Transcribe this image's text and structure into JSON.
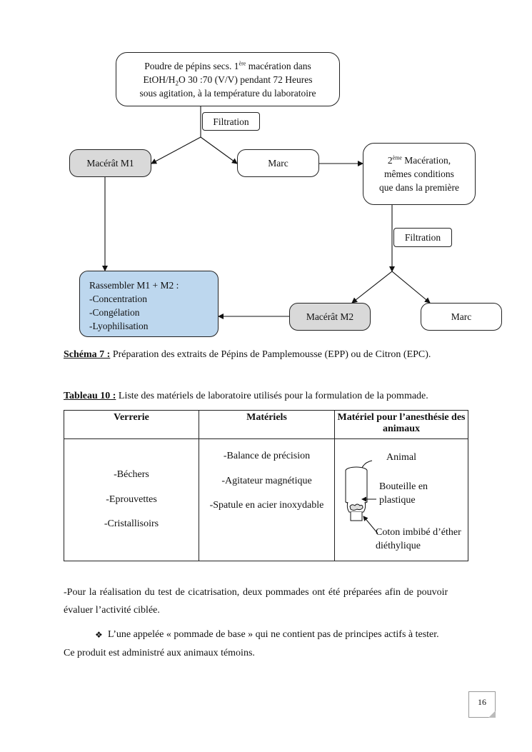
{
  "schema": {
    "step1": {
      "line1_a": "Poudre de pépins secs. 1",
      "line1_sup": "ère",
      "line1_b": " macération dans",
      "line2_a": "EtOH/H",
      "line2_sub": "2",
      "line2_b": "O 30 :70 (V/V) pendant 72 Heures",
      "line3": "sous agitation, à la température du laboratoire"
    },
    "filtration1": "Filtration",
    "macerat_m1": "Macérât M1",
    "marc1": "Marc",
    "step2": {
      "line1_a": "2",
      "line1_sup": "ème",
      "line1_b": " Macération,",
      "line2": "mêmes conditions",
      "line3": "que dans la première"
    },
    "filtration2": "Filtration",
    "macerat_m2": "Macérât M2",
    "marc2": "Marc",
    "rassembler": {
      "title": "Rassembler M1 + M2 :",
      "items": [
        "-Concentration",
        "-Congélation",
        "-Lyophilisation"
      ]
    }
  },
  "caption_schema": {
    "label": "Schéma 7 :",
    "text": " Préparation des extraits de Pépins de Pamplemousse (EPP) ou de Citron (EPC)."
  },
  "caption_table": {
    "label": "Tableau 10 :",
    "text": " Liste des matériels de laboratoire utilisés pour la formulation de la pommade."
  },
  "table": {
    "headers": [
      "Verrerie",
      "Matériels",
      "Matériel pour l’anesthésie des animaux"
    ],
    "verrerie": [
      "-Béchers",
      "-Eprouvettes",
      "-Cristallisoirs"
    ],
    "materiels": [
      "-Balance de précision",
      "-Agitateur magnétique",
      "-Spatule en acier inoxydable"
    ],
    "anesthesie": {
      "animal": "Animal",
      "bouteille_1": "Bouteille en",
      "bouteille_2": "plastique",
      "coton_1": "Coton imbibé d’éther",
      "coton_2": "diéthylique"
    }
  },
  "body": {
    "p1_line1": "-Pour la réalisation du test de cicatrisation, deux pommades ont été préparées afin de pouvoir",
    "p1_line2": "évaluer l’activité ciblée.",
    "bullet": "❖",
    "p2_line1": "L’une appelée « pommade de base » qui ne contient pas de principes actifs à tester.",
    "p2_line2": "Ce produit est administré aux animaux témoins."
  },
  "page_number": "16"
}
